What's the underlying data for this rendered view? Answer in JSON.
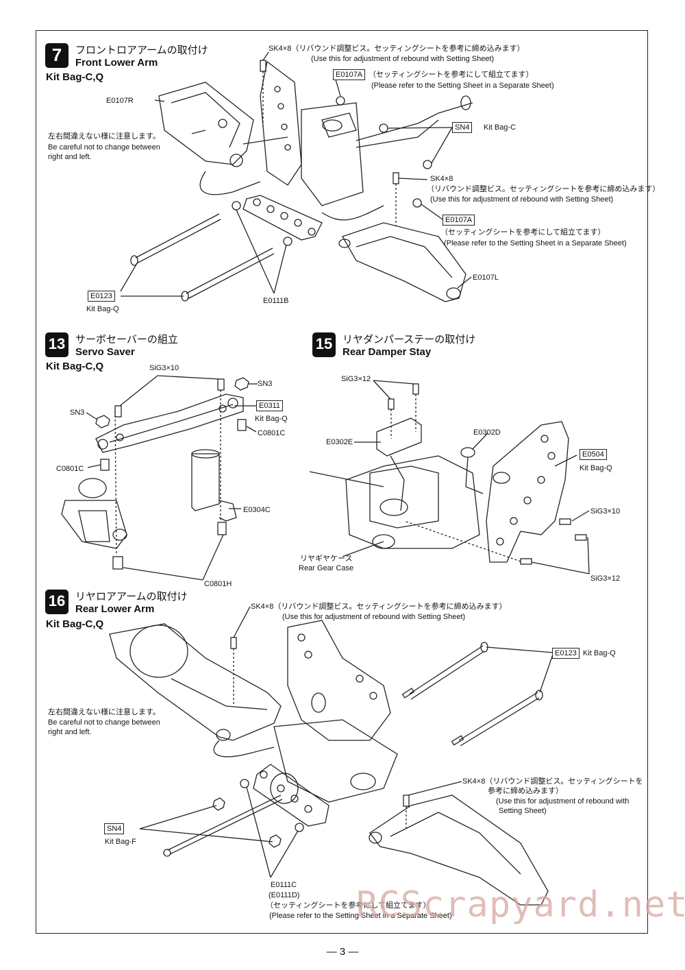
{
  "page_number": "— 3 —",
  "watermark": "RCScrapyard.net",
  "steps": {
    "s7": {
      "number": "7",
      "jp_title": "フロントロアアームの取付け",
      "en_title": "Front Lower Arm",
      "kit_bag": "Kit Bag-C,Q",
      "labels": {
        "sk48_top": "SK4×8（リバウンド調整ビス。セッティングシートを参考に締め込みます）",
        "sk48_top_en": "(Use this for adjustment of rebound with Setting Sheet)",
        "e0107a_top": "E0107A",
        "e0107a_top_jp": "（セッティングシートを参考にして組立てます）",
        "e0107a_top_en": "(Please refer to the Setting Sheet in a Separate Sheet)",
        "e0107r": "E0107R",
        "careful_jp": "左右間違えない様に注意します。",
        "careful_en1": "Be careful not to change between",
        "careful_en2": "right and left.",
        "sn4": "SN4",
        "sn4_bag": "Kit Bag-C",
        "sk48_mid": "SK4×8",
        "sk48_mid_jp": "（リバウンド調整ビス。セッティングシートを参考に締め込みます）",
        "sk48_mid_en": "(Use this for adjustment of rebound with Setting Sheet)",
        "e0107a_mid": "E0107A",
        "e0107a_mid_jp": "（セッティングシートを参考にして組立てます）",
        "e0107a_mid_en": "(Please refer to the Setting Sheet in a Separate Sheet)",
        "e0107l": "E0107L",
        "e0123": "E0123",
        "e0123_bag": "Kit Bag-Q",
        "e0111b": "E0111B"
      }
    },
    "s13": {
      "number": "13",
      "jp_title": "サーボセーバーの組立",
      "en_title": "Servo Saver",
      "kit_bag": "Kit Bag-C,Q",
      "labels": {
        "sig310": "SiG3×10",
        "sn3_right": "SN3",
        "sn3_left": "SN3",
        "e0311": "E0311",
        "e0311_bag": "Kit Bag-Q",
        "c0801c_right": "C0801C",
        "c0801c_left": "C0801C",
        "e0304c": "E0304C",
        "c0801h": "C0801H"
      }
    },
    "s15": {
      "number": "15",
      "jp_title": "リヤダンパーステーの取付け",
      "en_title": "Rear Damper Stay",
      "labels": {
        "sig312_top": "SiG3×12",
        "e0302d": "E0302D",
        "e0302e": "E0302E",
        "e0504": "E0504",
        "e0504_bag": "Kit Bag-Q",
        "sig310": "SiG3×10",
        "gearcase_jp": "リヤギヤケース",
        "gearcase_en": "Rear Gear Case",
        "sig312_bottom": "SiG3×12"
      }
    },
    "s16": {
      "number": "16",
      "jp_title": "リヤロアアームの取付け",
      "en_title": "Rear Lower Arm",
      "kit_bag": "Kit Bag-C,Q",
      "labels": {
        "sk48_top": "SK4×8（リバウンド調整ビス。セッティングシートを参考に締め込みます）",
        "sk48_top_en": "(Use this for adjustment of rebound with Setting Sheet)",
        "e0123": "E0123",
        "e0123_bag": "Kit Bag-Q",
        "careful_jp": "左右間違えない様に注意します。",
        "careful_en1": "Be careful not to change between",
        "careful_en2": "right and left.",
        "sk48_right": "SK4×8（リバウンド調整ビス。セッティングシートを",
        "sk48_right_2": "参考に締め込みます）",
        "sk48_right_en1": "(Use this for adjustment of rebound with",
        "sk48_right_en2": "Setting Sheet)",
        "sn4": "SN4",
        "sn4_bag": "Kit Bag-F",
        "e0111c": "E0111C",
        "e0111d": "(E0111D)",
        "e0111_jp": "（セッティングシートを参考にして組立てます）",
        "e0111_en": "(Please refer to the Setting Sheet in a Separate Sheet)"
      }
    }
  }
}
